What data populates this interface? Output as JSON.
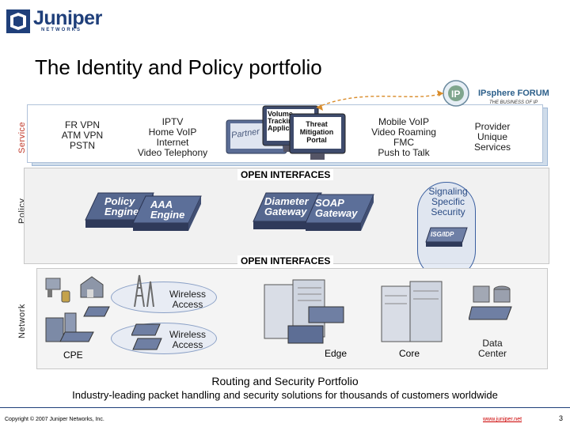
{
  "header": {
    "logo_text": "Juniper",
    "logo_sub": "NETWORKS",
    "title": "The Identity and Policy portfolio"
  },
  "layers": {
    "service": "Service",
    "policy": "Policy",
    "network": "Network"
  },
  "service_layer": {
    "box1": [
      "FR VPN",
      "ATM VPN",
      "PSTN"
    ],
    "box2": [
      "IPTV",
      "Home VoIP",
      "Internet",
      "Video Telephony"
    ],
    "box3": [
      "Mobile VoIP",
      "Video Roaming",
      "FMC",
      "Push to Talk"
    ],
    "box4": [
      "Provider",
      "Unique",
      "Services"
    ],
    "screens": {
      "s1": "Partner",
      "s2": "Volume Tracking Application",
      "s3": "Threat Mitigation Portal"
    },
    "forum_name": "IPsphere FORUM",
    "forum_tag": "THE BUSINESS OF IP"
  },
  "open_interfaces": {
    "top": "OPEN INTERFACES",
    "bottom": "OPEN INTERFACES"
  },
  "policy_layer": {
    "device1": "Policy Engine",
    "device2": "AAA Engine",
    "device3": "Diameter Gateway",
    "device4": "SOAP Gateway",
    "device5": "ISG/IDP",
    "signaling": [
      "Signaling",
      "Specific",
      "Security"
    ]
  },
  "network_layer": {
    "cpe": "CPE",
    "wireless1": [
      "Wireless",
      "Access"
    ],
    "wireless2": [
      "Wireless",
      "Access"
    ],
    "edge": "Edge",
    "core": "Core",
    "data_center": [
      "Data",
      "Center"
    ]
  },
  "footer": {
    "title": "Routing and Security Portfolio",
    "subtitle": "Industry-leading packet handling and security solutions for thousands of customers worldwide",
    "copyright": "Copyright © 2007 Juniper Networks, Inc.",
    "url": "www.juniper.net",
    "page": "3"
  },
  "colors": {
    "brand_navy": "#1f3f7a",
    "accent_orange": "#d98c2b",
    "service_label": "#c0392b",
    "highlight_blue": "#3a5fa0"
  }
}
